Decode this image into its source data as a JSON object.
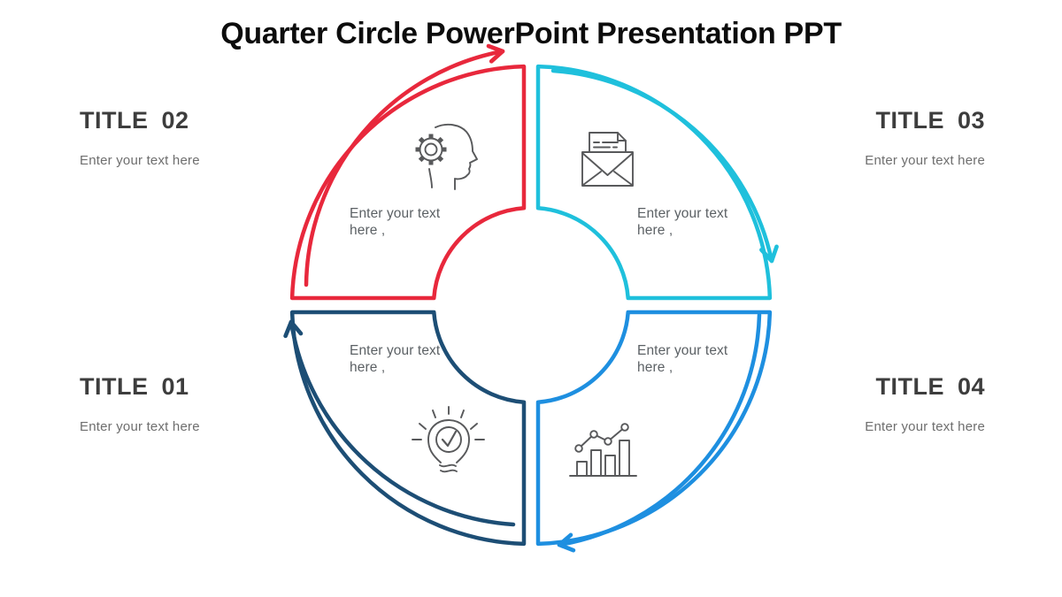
{
  "title": "Quarter Circle PowerPoint Presentation PPT",
  "colors": {
    "red": "#e8283c",
    "cyan": "#1fc0dc",
    "navy": "#1d4e75",
    "blue": "#1e8fe0",
    "icon": "#58595b"
  },
  "outer_titles": [
    {
      "position": "top-left",
      "label": "TITLE 02",
      "text": "Enter your text here"
    },
    {
      "position": "top-right",
      "label": "TITLE 03",
      "text": "Enter your text here"
    },
    {
      "position": "bottom-left",
      "label": "TITLE 01",
      "text": "Enter your text here"
    },
    {
      "position": "bottom-right",
      "label": "TITLE 04",
      "text": "Enter your text here"
    }
  ],
  "quadrants": [
    {
      "position": "top-left",
      "color": "red",
      "icon": "head-with-gear",
      "placeholder": "Enter your text here ,"
    },
    {
      "position": "top-right",
      "color": "cyan",
      "icon": "open-envelope-letter",
      "placeholder": "Enter your text here ,"
    },
    {
      "position": "bottom-left",
      "color": "navy",
      "icon": "lightbulb-check",
      "placeholder": "Enter your text here ,"
    },
    {
      "position": "bottom-right",
      "color": "blue",
      "icon": "bar-chart-trend",
      "placeholder": "Enter your text here ,"
    }
  ]
}
